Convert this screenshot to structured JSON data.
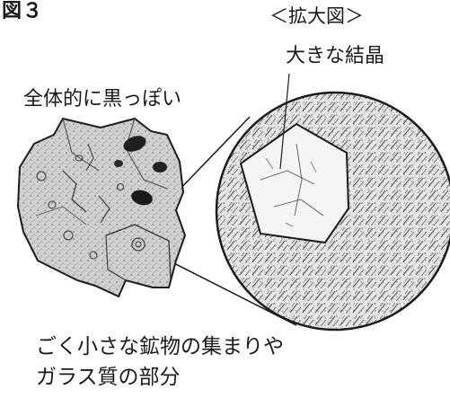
{
  "figure": {
    "label": "図３",
    "zoom_title": "＜拡大図＞",
    "crystal_label": "大きな結晶",
    "rock_label": "全体的に黒っぽい",
    "caption_line1": "ごく小さな鉱物の集まりや",
    "caption_line2": "ガラス質の部分"
  },
  "colors": {
    "ink": "#1a1a1a",
    "paper": "#ffffff",
    "rock_fill": "#cfcfcf",
    "rock_dark": "#222222"
  }
}
